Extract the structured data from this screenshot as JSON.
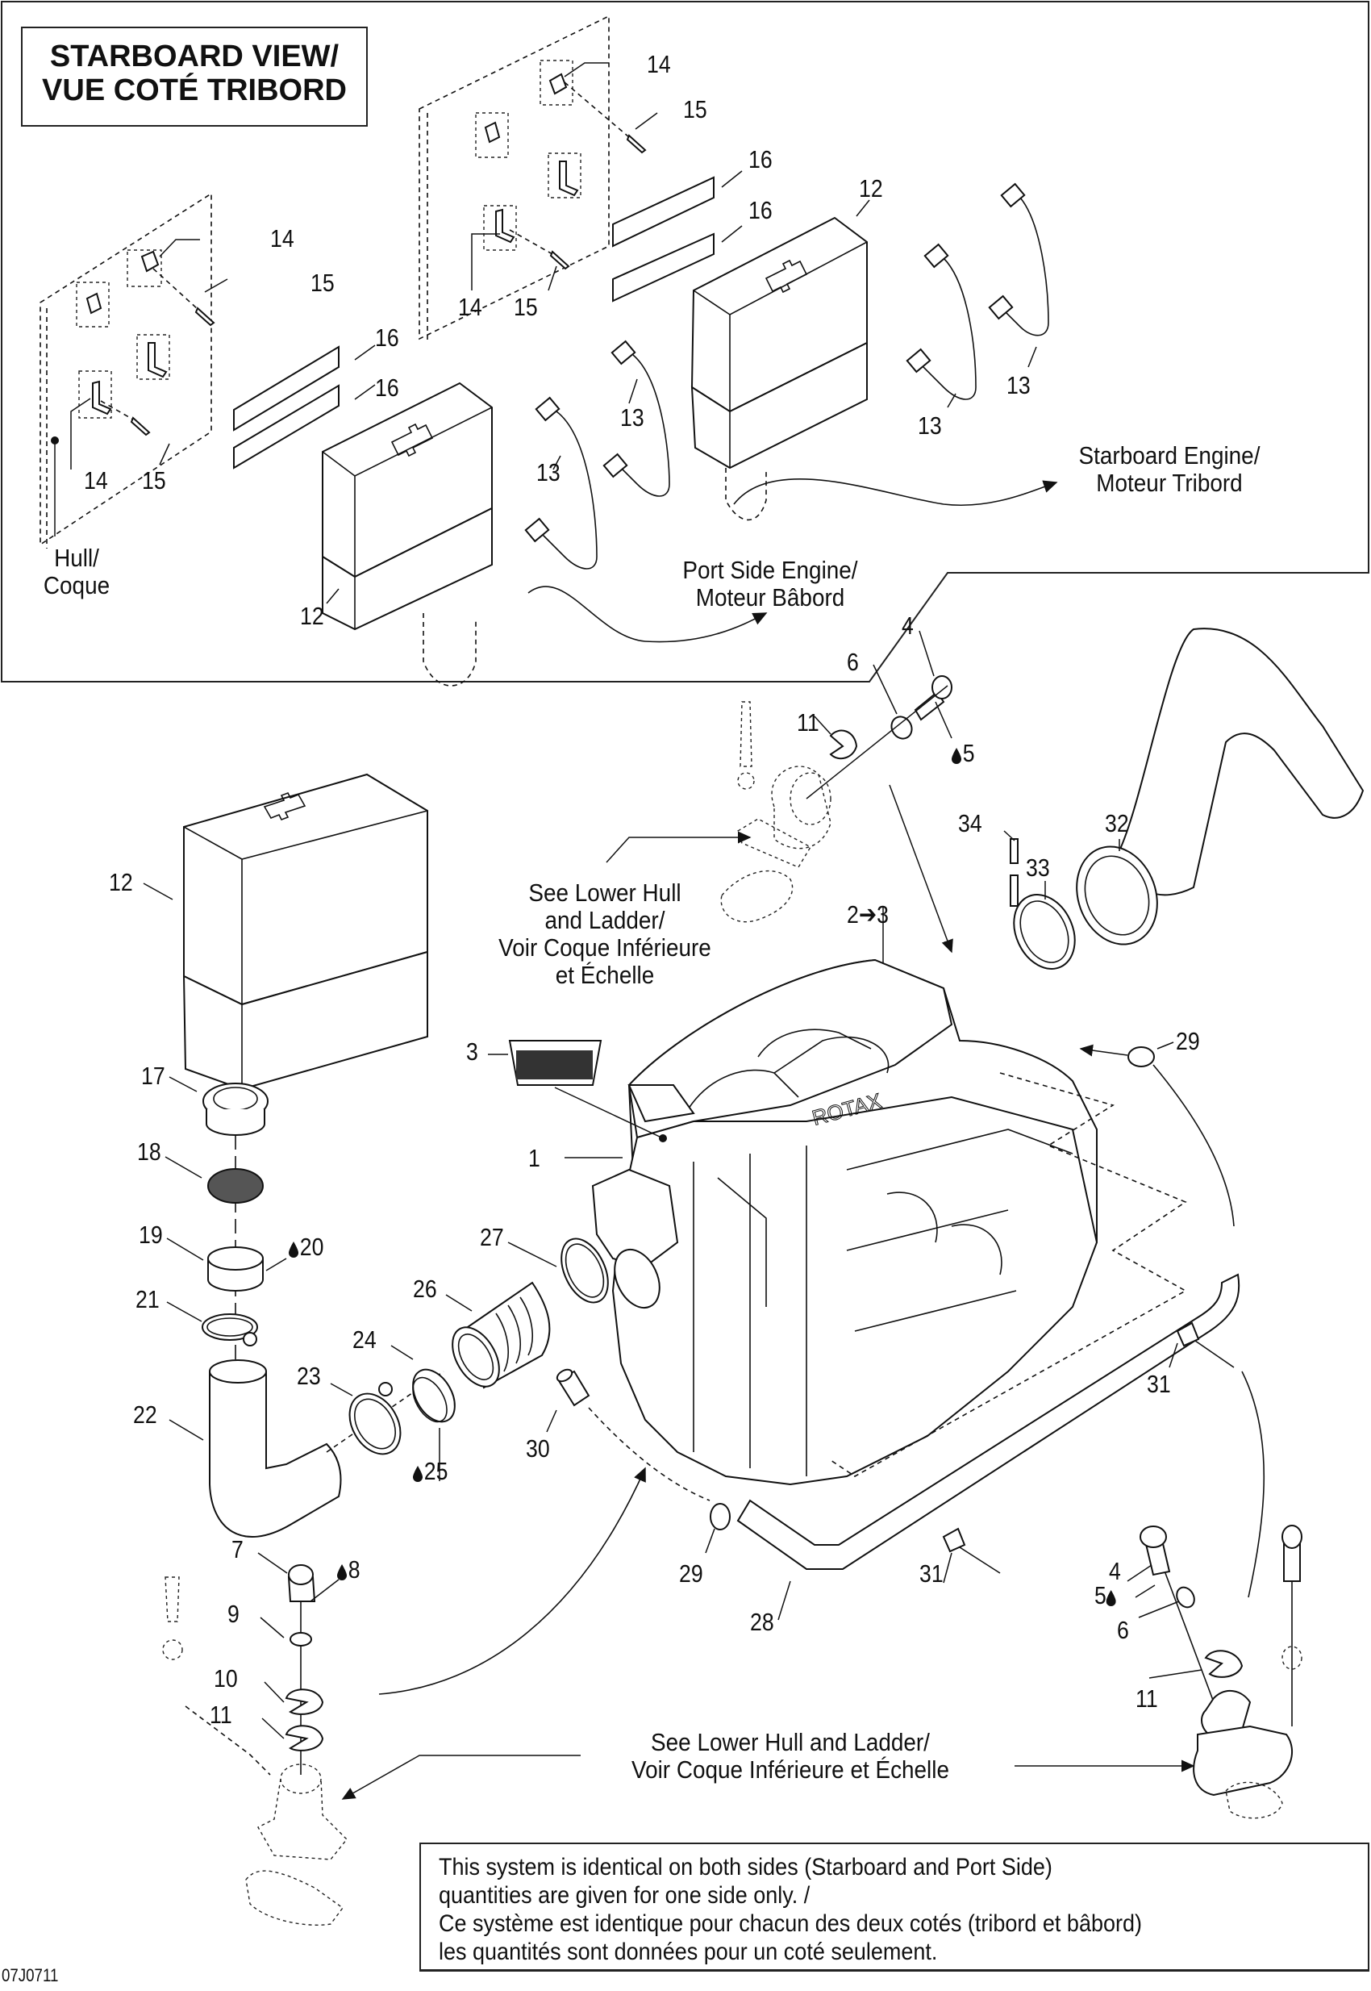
{
  "title_box": {
    "line1": "STARBOARD VIEW/",
    "line2": "VUE COTÉ TRIBORD"
  },
  "callouts": {
    "hull": [
      "Hull/",
      "Coque"
    ],
    "port_engine": [
      "Port Side Engine/",
      "Moteur Bâbord"
    ],
    "starboard_engine": [
      "Starboard Engine/",
      "Moteur Tribord"
    ],
    "see_lower_hull_top": [
      "See Lower Hull",
      "and Ladder/",
      "Voir Coque Inférieure",
      "et Échelle"
    ],
    "see_lower_hull_bottom": [
      "See Lower Hull and Ladder/",
      "Voir Coque Inférieure et Échelle"
    ]
  },
  "part_labels": {
    "p1": "1",
    "p2to3": "2➔3",
    "p3": "3",
    "p4_top": "4",
    "p5_top": "5",
    "p6_top": "6",
    "p11_top": "11",
    "p34": "34",
    "p33": "33",
    "p32": "32",
    "p29_top": "29",
    "p12_main": "12",
    "p17": "17",
    "p18": "18",
    "p19": "19",
    "p20": "20",
    "p21": "21",
    "p22": "22",
    "p23": "23",
    "p24": "24",
    "p25": "25",
    "p26": "26",
    "p27": "27",
    "p30": "30",
    "p31_right": "31",
    "p29_bottom": "29",
    "p28": "28",
    "p31_bottom": "31",
    "p7": "7",
    "p8": "8",
    "p9": "9",
    "p10": "10",
    "p11_left": "11",
    "p4_right": "4",
    "p5_right": "5",
    "p6_right": "6",
    "p11_right": "11",
    "inset_left": {
      "p14_a": "14",
      "p15_a": "15",
      "p16_a": "16",
      "p16_b": "16",
      "p14_b": "14",
      "p15_b": "15",
      "p13_a": "13",
      "p13_b": "13",
      "p12": "12"
    },
    "inset_right": {
      "p14_a": "14",
      "p15_a": "15",
      "p16_a": "16",
      "p16_b": "16",
      "p14_b": "14",
      "p15_b": "15",
      "p12": "12",
      "p13_a": "13",
      "p13_b": "13",
      "p13_c": "13"
    }
  },
  "legend_icons": {
    "lubricant_drop": "drop-icon",
    "arrow": "right-arrow-icon"
  },
  "info_box": {
    "line1": "This system is identical on both sides (Starboard and Port Side)",
    "line2": "quantities are given for one side only. /",
    "line3": "Ce système est identique pour chacun des deux cotés (tribord et bâbord)",
    "line4": "les quantités sont données pour un coté seulement."
  },
  "footer": {
    "code": "07J0711"
  }
}
